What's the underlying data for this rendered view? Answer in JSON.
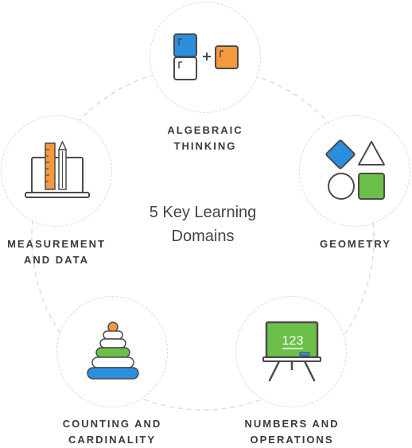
{
  "center": {
    "line1": "5 Key Learning",
    "line2": "Domains"
  },
  "domains": [
    {
      "line1": "ALGEBRAIC",
      "line2": "THINKING",
      "icon": "algebra-blocks-icon"
    },
    {
      "line1": "GEOMETRY",
      "line2": "",
      "icon": "shapes-icon"
    },
    {
      "line1": "NUMBERS AND",
      "line2": "OPERATIONS",
      "icon": "chalkboard-icon",
      "board_text": "123"
    },
    {
      "line1": "COUNTING AND",
      "line2": "CARDINALITY",
      "icon": "stacking-rings-icon"
    },
    {
      "line1": "MEASUREMENT",
      "line2": "AND DATA",
      "icon": "laptop-ruler-pencil-icon"
    }
  ],
  "colors": {
    "blue": "#2b8fe0",
    "orange": "#f59a3c",
    "green": "#6cc04a",
    "outline": "#4a4a4a",
    "dashed": "#d9d9d9"
  }
}
